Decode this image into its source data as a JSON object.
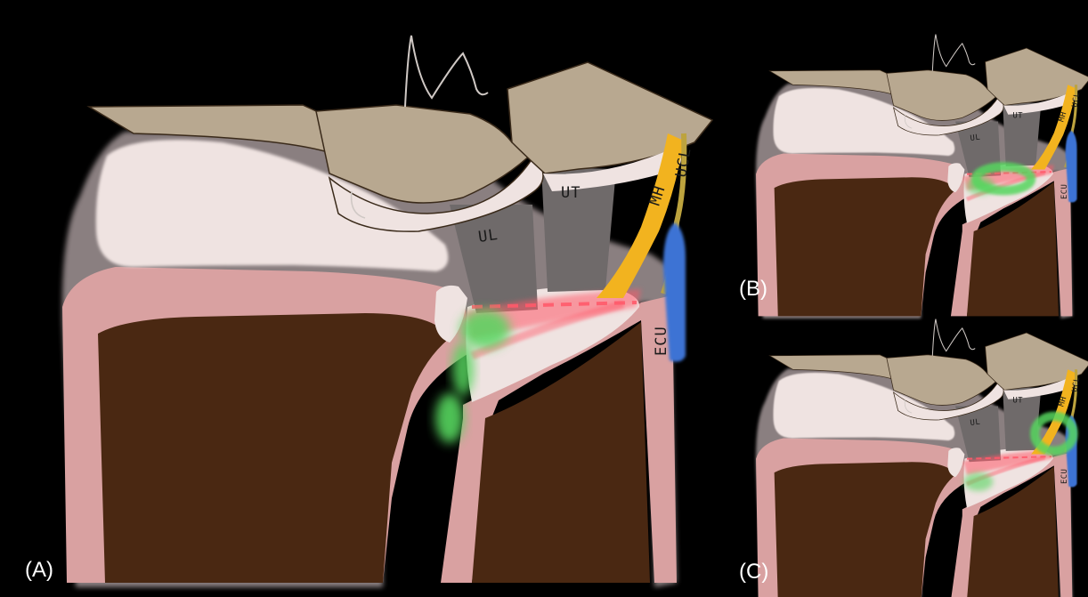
{
  "panels": [
    {
      "id": "A",
      "label": "(A)"
    },
    {
      "id": "B",
      "label": "(B)"
    },
    {
      "id": "C",
      "label": "(C)"
    }
  ],
  "structures": {
    "ul": "UL",
    "ut": "UT",
    "mh": "MH",
    "ucl": "UCL",
    "ecu": "ECU"
  },
  "colors": {
    "background": "#000000",
    "bone": "#4a2812",
    "cartilage": "#d9a1a1",
    "capsule": "#8a7f80",
    "disc": "#efe3e1",
    "carpal_fill": "#b8a890",
    "ligament_gray": "#6f6a6a",
    "meniscus_homologue": "#f2b31f",
    "ecu_tendon": "#3d73d4",
    "tear_green": "#57d65f",
    "tear_red": "#ff5a6a"
  }
}
